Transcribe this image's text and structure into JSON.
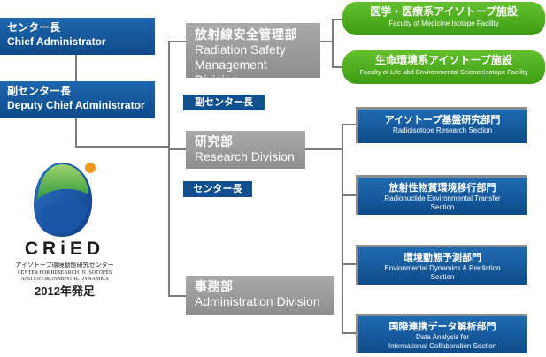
{
  "chief": {
    "jp": "センター長",
    "en": "Chief Administrator"
  },
  "deputy": {
    "jp": "副センター長",
    "en": "Deputy Chief Administrator"
  },
  "divisions": {
    "radiation": {
      "jp": "放射線安全管理部",
      "en1": "Radiation Safety",
      "en2": "Management Division",
      "tag": "副センター長"
    },
    "research": {
      "jp": "研究部",
      "en": "Research Division",
      "tag": "センター長"
    },
    "admin": {
      "jp": "事務部",
      "en": "Administration Division"
    }
  },
  "facilities": [
    {
      "jp": "医学・医療系アイソトープ施設",
      "en": "Faculty of Medicine Isotope Facility"
    },
    {
      "jp": "生命環境系アイソトープ施設",
      "en": "Faculty of Life abd Environmental ScienceIsotope Facility"
    }
  ],
  "sections": [
    {
      "jp": "アイソトープ基盤研究部門",
      "en1": "Radioisotope Research Section",
      "en2": ""
    },
    {
      "jp": "放射性物質環境移行部門",
      "en1": "Radionuclide Environmental Transfer",
      "en2": "Section"
    },
    {
      "jp": "環境動態予測部門",
      "en1": "Envionmental Dynamics & Prediction",
      "en2": "Section"
    },
    {
      "jp": "国際連携データ解析部門",
      "en1": "Data Analysis for",
      "en2": "International Collaboration Section"
    }
  ],
  "logo": {
    "name": "CRiED",
    "jp": "アイソトープ環境動態研究センター",
    "en1": "CENTER FOR RESEARCH IN ISOTOPES",
    "en2": "AND ENVIRONMENTAL DYNAMICS",
    "founded": "2012年発足"
  },
  "colors": {
    "blue": "#0e4b8a",
    "gray": "#999999",
    "green": "#4caf1f",
    "logo_blue": "#1e5aa8",
    "logo_green": "#47b04a",
    "logo_orange": "#f29a1e"
  }
}
